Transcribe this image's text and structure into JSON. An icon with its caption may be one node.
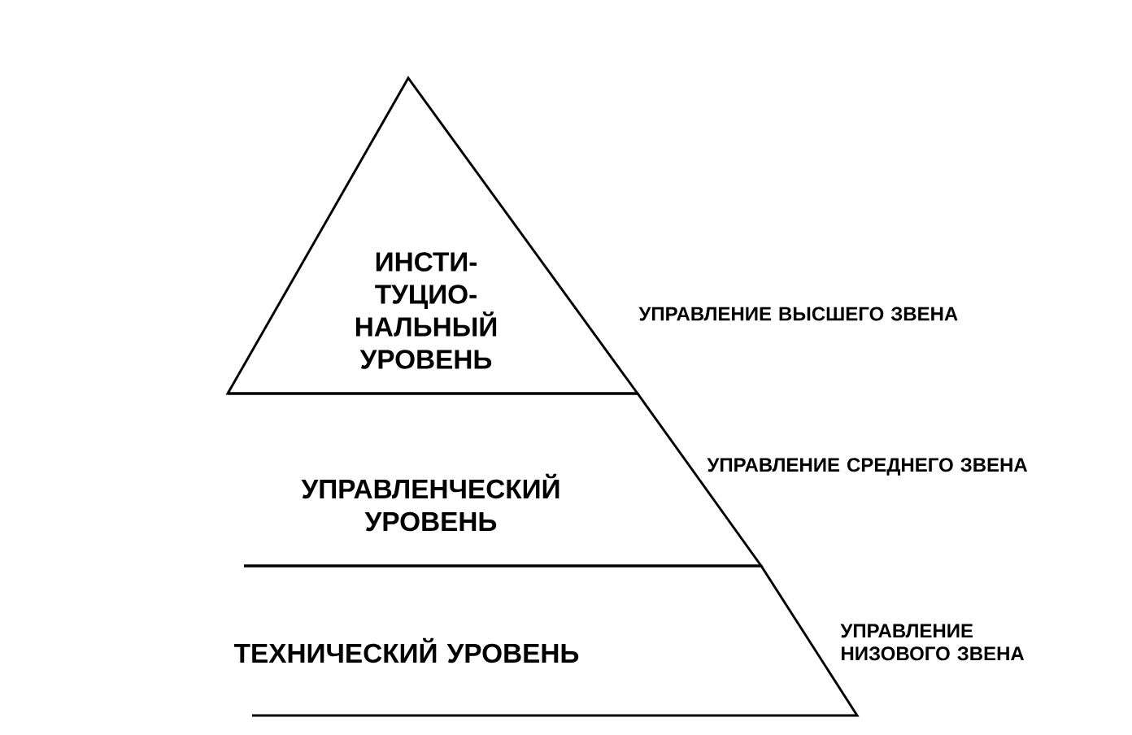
{
  "diagram": {
    "nodes": [
      {
        "text": [
          "ИНСТИ- ТУЦИО- НАЛЬНЫЙ УРОВЕНЬ"
        ],
        "beside": [
          "УПРАВЛЕНИЕ ВЫСШЕГО ЗВЕНА"
        ]
      },
      {
        "text": [
          "УПРАВЛЕНЧЕСКИЙ УРОВЕНЬ"
        ],
        "beside": [
          "УПРАВЛЕНИЕ СРЕДНЕГО ЗВЕНА"
        ]
      },
      {
        "text": [
          "ТЕХНИЧЕСКИЙ УРОВЕНЬ"
        ],
        "beside": [
          "УПРАВЛЕНИЕ НИЗОВОГО ЗВЕНА"
        ]
      }
    ]
  }
}
